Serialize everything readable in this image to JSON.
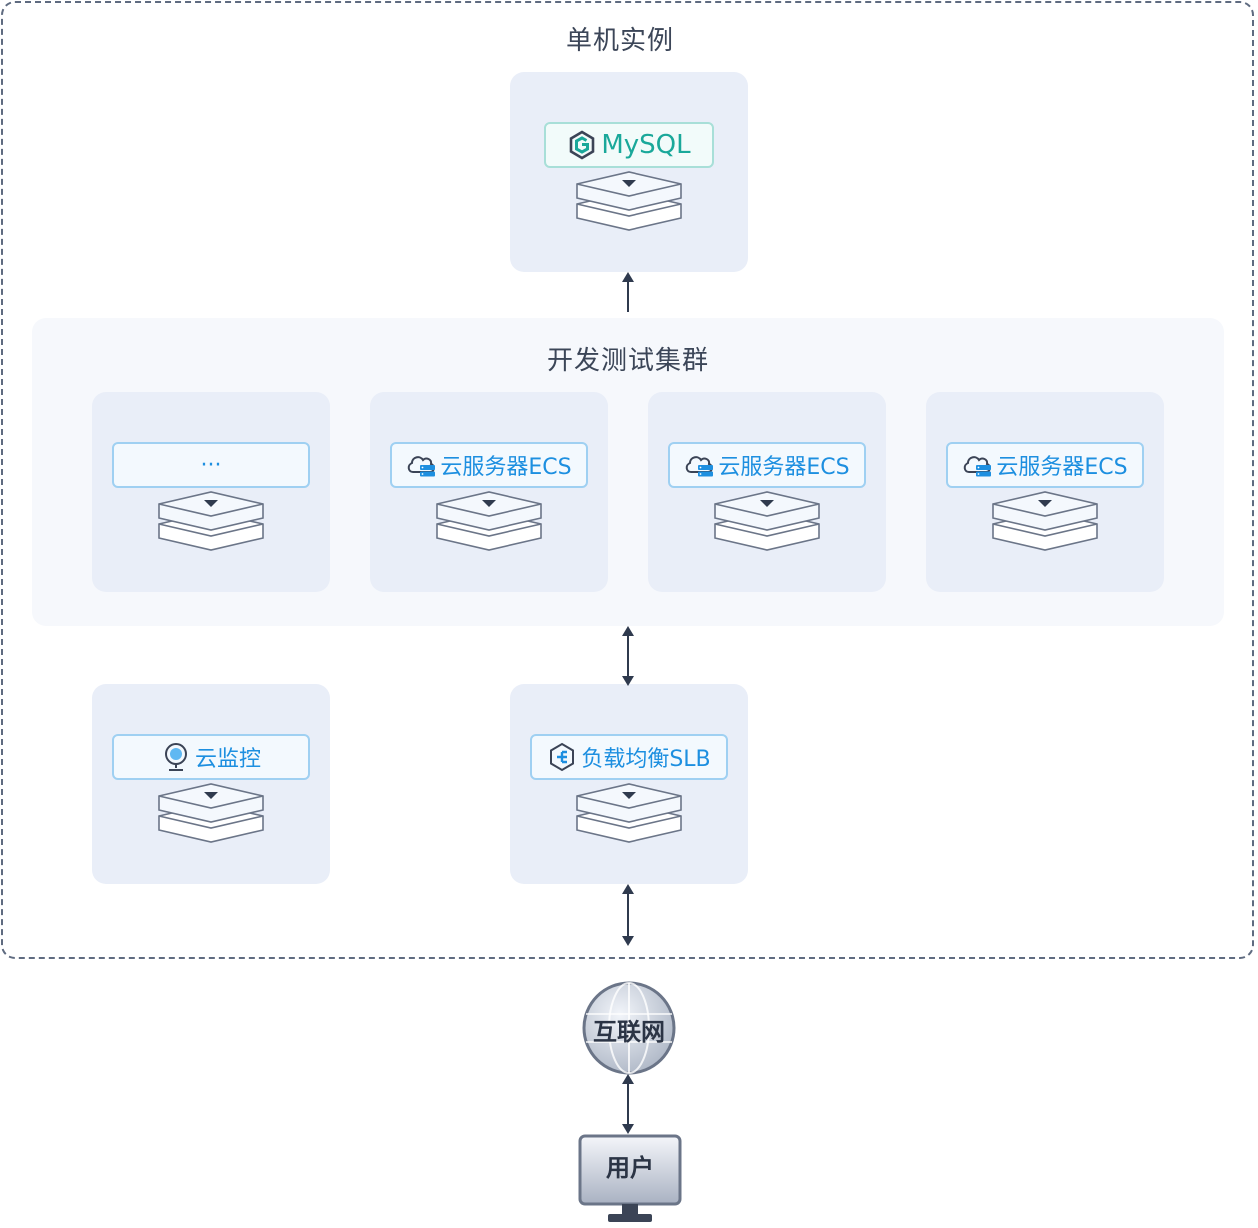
{
  "standalone": {
    "title": "单机实例",
    "mysql_label": "MySQL"
  },
  "cluster": {
    "title": "开发测试集群",
    "servers": [
      {
        "label": "···",
        "icon": "ellipsis"
      },
      {
        "label": "云服务器ECS",
        "icon": "cloud-server-icon"
      },
      {
        "label": "云服务器ECS",
        "icon": "cloud-server-icon"
      },
      {
        "label": "云服务器ECS",
        "icon": "cloud-server-icon"
      }
    ]
  },
  "monitor": {
    "label": "云监控",
    "icon": "webcam-icon"
  },
  "slb": {
    "label": "负载均衡SLB",
    "icon": "load-balancer-icon"
  },
  "internet": {
    "label": "互联网"
  },
  "user": {
    "label": "用户"
  },
  "colors": {
    "accent_blue": "#1d8fe0",
    "mysql_teal": "#1aa89a",
    "card_bg": "#e9eef8",
    "arrow": "#2f3a4e"
  }
}
